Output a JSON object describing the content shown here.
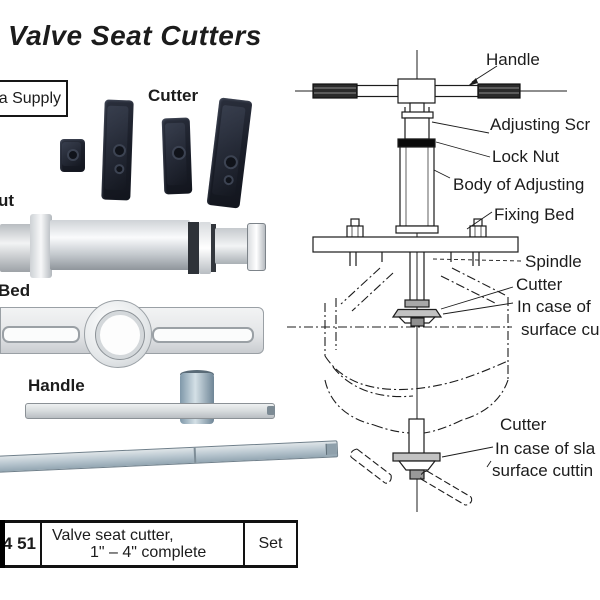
{
  "title": "Valve Seat Cutters",
  "left_panel": {
    "supply_box": "a Supply",
    "cutter_label": "Cutter",
    "nut_label": "ut",
    "bed_label": "Bed",
    "handle_label": "Handle"
  },
  "diagram": {
    "handle": "Handle",
    "adjusting_screw": "Adjusting Scr",
    "lock_nut": "Lock Nut",
    "body_of_adjusting": "Body of Adjusting",
    "fixing_bed": "Fixing Bed",
    "spindle": "Spindle",
    "cutter_flat": "Cutter",
    "flat_case_line1": "In case of",
    "flat_case_line2": "surface cu",
    "cutter_slant": "Cutter",
    "slant_case_line1": "In case of sla",
    "slant_case_line2": "surface cuttin"
  },
  "table": {
    "code": "4 51",
    "description_line1": "Valve seat cutter,",
    "description_line2": "1\" – 4\" complete",
    "unit": "Set"
  },
  "colors": {
    "ink": "#1c1c1c",
    "cutter_dark": "#1d212c",
    "metal_blue": "#8fa7b8"
  }
}
